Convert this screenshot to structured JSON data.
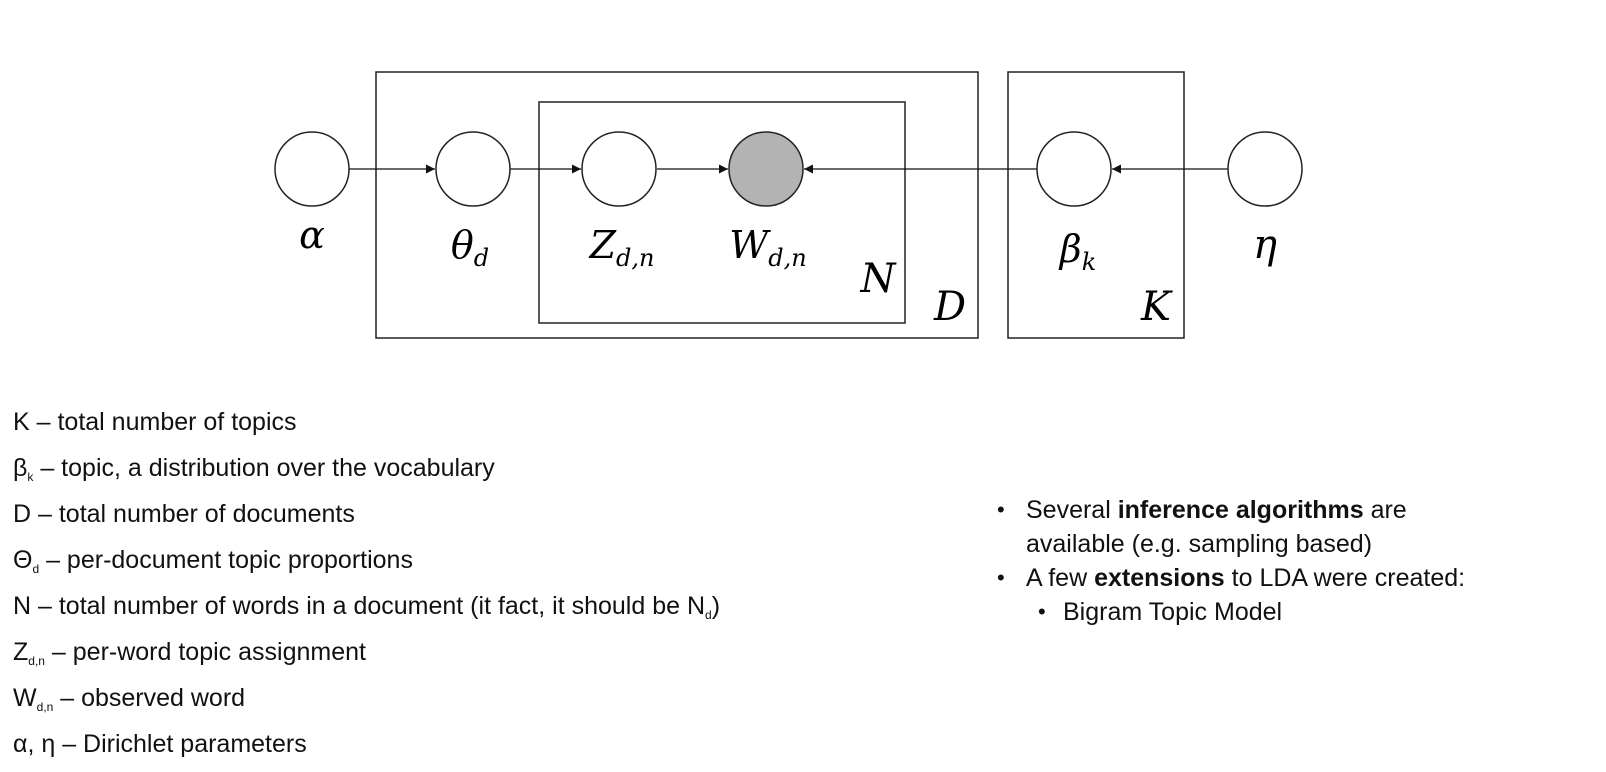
{
  "diagram": {
    "nodes": {
      "alpha": "α",
      "theta": "θ",
      "theta_sub": "d",
      "z": "Z",
      "z_sub": "d,n",
      "w": "W",
      "w_sub": "d,n",
      "beta": "β",
      "beta_sub": "k",
      "eta": "η"
    },
    "plates": {
      "n": "N",
      "d": "D",
      "k": "K"
    },
    "observed_fill": "#b3b3b3"
  },
  "legend": [
    {
      "sym": "K",
      "sub": "",
      "text": " – total number of topics"
    },
    {
      "sym": "β",
      "sub": "k",
      "text": " – topic, a distribution over the vocabulary"
    },
    {
      "sym": "D",
      "sub": "",
      "text": " – total number of documents"
    },
    {
      "sym": "Θ",
      "sub": "d",
      "text": " – per-document topic proportions"
    },
    {
      "sym": "N",
      "sub": "",
      "text": " – total number of words in a document (it fact, it should be N",
      "tail_sub": "d",
      "tail": ")"
    },
    {
      "sym": "Z",
      "sub": "d,n",
      "text": " – per-word topic assignment"
    },
    {
      "sym": "W",
      "sub": "d,n",
      "text": " – observed word"
    },
    {
      "sym": "α, η",
      "sub": "",
      "text": " – Dirichlet parameters"
    }
  ],
  "notes": {
    "b1_pre": "Several ",
    "b1_bold": "inference algorithms",
    "b1_post": " are",
    "b1_line2": "available (e.g. sampling based)",
    "b2_pre": "A few ",
    "b2_bold": "extensions",
    "b2_post": " to LDA were created:",
    "b3": "Bigram Topic Model"
  }
}
